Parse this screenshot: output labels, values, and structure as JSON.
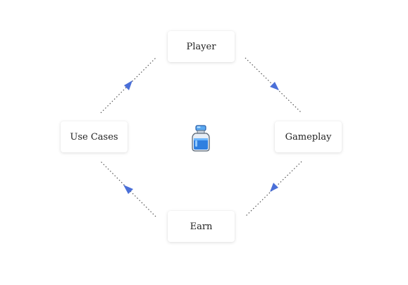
{
  "diagram": {
    "nodes": {
      "player": "Player",
      "gameplay": "Gameplay",
      "earn": "Earn",
      "use_cases": "Use Cases"
    },
    "center_icon": "potion-bottle-icon",
    "colors": {
      "arrow": "#4a6fd8",
      "edge": "#555555",
      "potion": "#2f7fe0"
    }
  }
}
